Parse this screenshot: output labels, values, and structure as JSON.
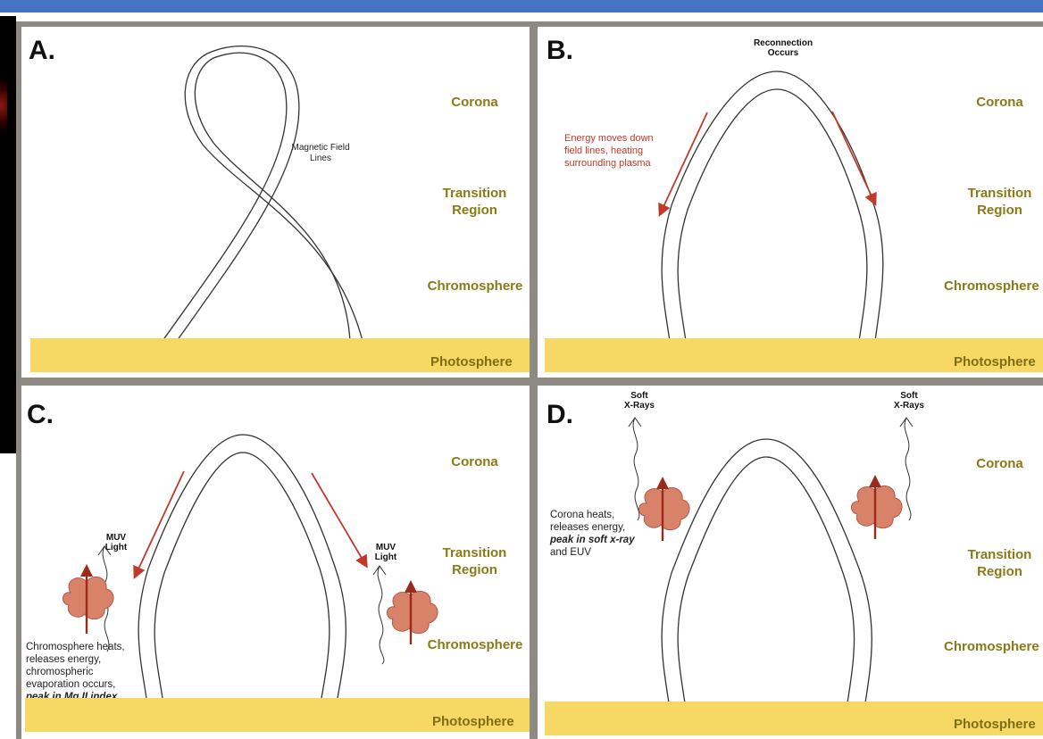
{
  "colors": {
    "top_bar": "#4674c4",
    "photosphere": "#f8d865",
    "layer_text": "#8a7a16",
    "arrow_red": "#c0392b",
    "plasma_blob": "#d9826a",
    "frame": "#8c8a82"
  },
  "layers": {
    "corona": "Corona",
    "transition_line1": "Transition",
    "transition_line2": "Region",
    "chromosphere": "Chromosphere",
    "photosphere": "Photosphere"
  },
  "panels": {
    "a": {
      "letter": "A.",
      "field_label_line1": "Magnetic Field",
      "field_label_line2": "Lines"
    },
    "b": {
      "letter": "B.",
      "reconnection_line1": "Reconnection",
      "reconnection_line2": "Occurs",
      "energy_line1": "Energy moves down",
      "energy_line2": "field lines, heating",
      "energy_line3": "surrounding plasma"
    },
    "c": {
      "letter": "C.",
      "muv_line1": "MUV",
      "muv_line2": "Light",
      "note_line1": "Chromosphere heats,",
      "note_line2": "releases energy,",
      "note_line3": "chromospheric",
      "note_line4": "evaporation occurs,",
      "note_emph": "peak in Mg II index"
    },
    "d": {
      "letter": "D.",
      "xray_line1": "Soft",
      "xray_line2": "X-Rays",
      "note_line1": "Corona heats,",
      "note_line2": "releases energy,",
      "note_emph": "peak in soft x-ray",
      "note_line4": "and EUV"
    }
  }
}
